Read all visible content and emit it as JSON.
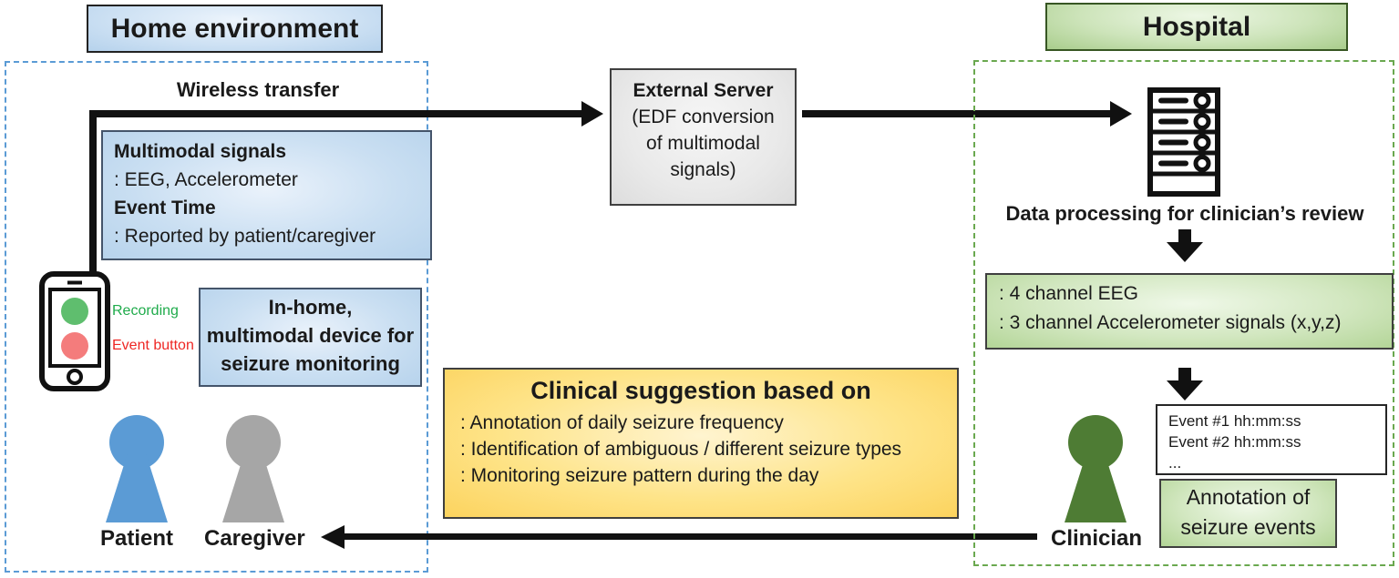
{
  "home": {
    "title": "Home environment",
    "wireless_label": "Wireless transfer",
    "signals_box": {
      "heading1": "Multimodal signals",
      "detail1": ": EEG, Accelerometer",
      "heading2": "Event Time",
      "detail2": ": Reported by patient/caregiver"
    },
    "device_box": {
      "line1": "In-home,",
      "line2": "multimodal device for",
      "line3": "seizure monitoring"
    },
    "phone": {
      "recording_label": "Recording",
      "event_label": "Event button"
    },
    "patient_label": "Patient",
    "caregiver_label": "Caregiver"
  },
  "external_server": {
    "title": "External Server",
    "line2": "(EDF conversion",
    "line3": "of multimodal",
    "line4": "signals)"
  },
  "hospital": {
    "title": "Hospital",
    "processing_label": "Data processing for clinician’s review",
    "channels_box": {
      "line1": ": 4 channel EEG",
      "line2": ": 3 channel Accelerometer signals (x,y,z)"
    },
    "events_box": {
      "line1": "Event #1 hh:mm:ss",
      "line2": "Event #2 hh:mm:ss",
      "line3": "..."
    },
    "annotation_box": {
      "line1": "Annotation of",
      "line2": "seizure events"
    },
    "clinician_label": "Clinician"
  },
  "suggestion_box": {
    "title": "Clinical suggestion based on",
    "items": [
      ": Annotation of daily seizure frequency",
      ": Identification of ambiguous / different seizure types",
      ": Monitoring seizure pattern during the day"
    ]
  },
  "icons": {
    "phone": "phone-icon",
    "server_rack": "server-rack-icon",
    "patient": "patient-person-icon",
    "caregiver": "caregiver-person-icon",
    "clinician": "clinician-person-icon",
    "down_arrow": "down-arrow-icon"
  },
  "colors": {
    "patient": "#5b9bd5",
    "caregiver": "#a6a6a6",
    "clinician": "#4e7c34",
    "recording_button": "#5fbe6e",
    "event_button": "#f47c7c",
    "recording_text": "#1fab4b",
    "event_text": "#ee2724",
    "home_accent": "#5b9bd5",
    "hospital_accent": "#6aa84f",
    "arrow": "#111111"
  }
}
